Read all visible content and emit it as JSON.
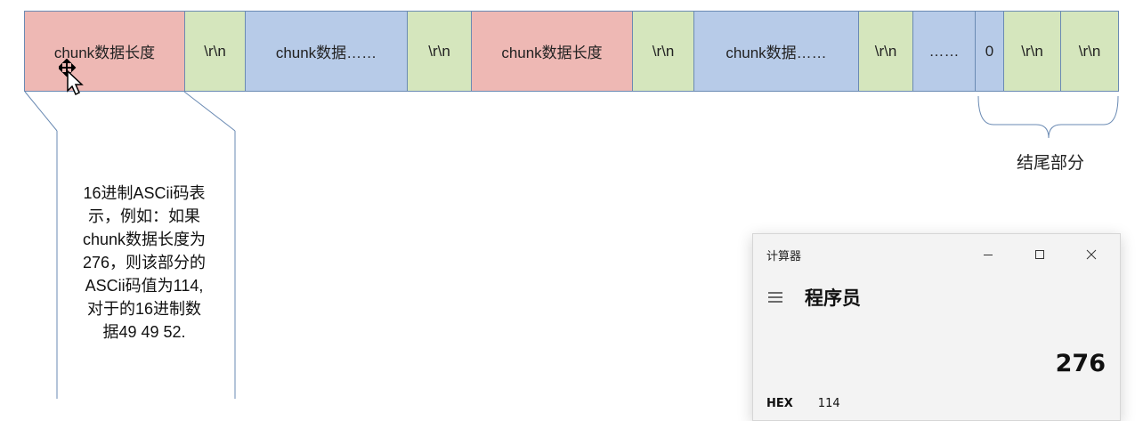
{
  "diagram": {
    "cells": [
      {
        "text": "chunk数据长度",
        "color": "red"
      },
      {
        "text": "\\r\\n",
        "color": "green"
      },
      {
        "text": "chunk数据……",
        "color": "blue"
      },
      {
        "text": "\\r\\n",
        "color": "green"
      },
      {
        "text": "chunk数据长度",
        "color": "red"
      },
      {
        "text": "\\r\\n",
        "color": "green"
      },
      {
        "text": "chunk数据……",
        "color": "blue"
      },
      {
        "text": "\\r\\n",
        "color": "green"
      },
      {
        "text": "……",
        "color": "blue"
      },
      {
        "text": "0",
        "color": "blue"
      },
      {
        "text": "\\r\\n",
        "color": "green"
      },
      {
        "text": "\\r\\n",
        "color": "green"
      }
    ],
    "note_lines": [
      "16进制ASCii码表",
      "示，例如：如果",
      "chunk数据长度为",
      "276，则该部分的",
      "ASCii码值为114,",
      "对于的16进制数",
      "据49 49 52."
    ],
    "tail_label": "结尾部分",
    "colors": {
      "red": "#eeb8b4",
      "green": "#d5e6bd",
      "blue": "#b7cbe8",
      "border": "#6a8ab3"
    }
  },
  "calculator": {
    "title": "计算器",
    "mode": "程序员",
    "display": "276",
    "hex_label": "HEX",
    "hex_value": "114",
    "icons": {
      "menu": "hamburger-menu-icon",
      "minimize": "minimize-icon",
      "maximize": "maximize-icon",
      "close": "close-icon"
    }
  },
  "cursor": {
    "icon": "move-cursor-icon"
  }
}
